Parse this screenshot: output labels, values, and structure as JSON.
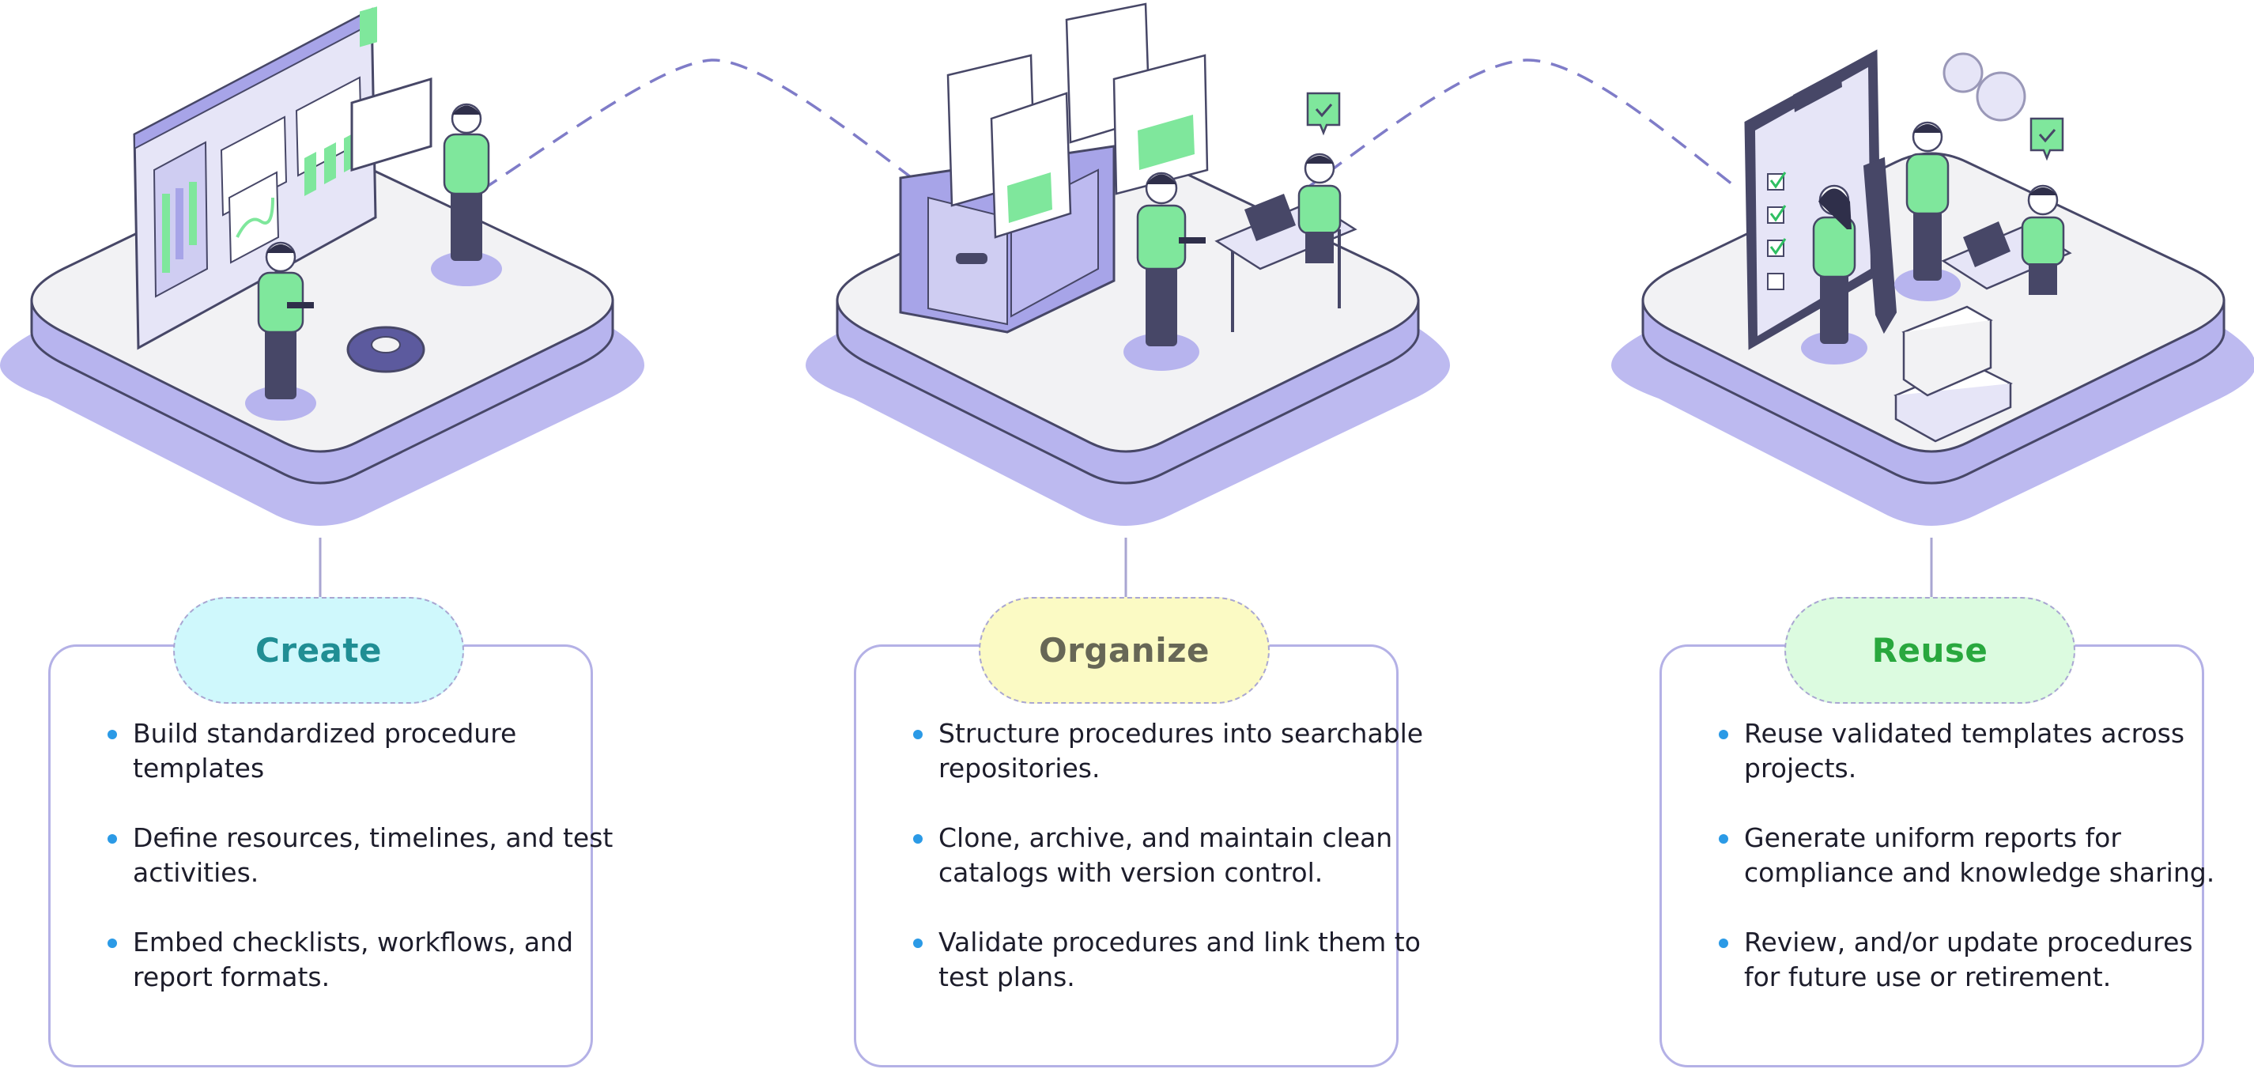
{
  "stages": [
    {
      "title": "Create",
      "points": [
        "Build standardized procedure templates",
        "Define resources, timelines, and test activities.",
        "Embed checklists, workflows, and report formats."
      ]
    },
    {
      "title": "Organize",
      "points": [
        "Structure procedures into searchable repositories.",
        "Clone, archive, and maintain clean catalogs with version control.",
        "Validate procedures and link them to test plans."
      ]
    },
    {
      "title": "Reuse",
      "points": [
        "Reuse validated templates across projects.",
        "Generate uniform reports for compliance and knowledge sharing.",
        "Review, and/or update procedures for future use or retirement."
      ]
    }
  ],
  "colors": {
    "platform_fill": "#f2f2f4",
    "platform_edge": "#b9b6ee",
    "platform_shadow": "#bdbaf0",
    "outline": "#474767",
    "accent_green": "#7fe79c",
    "accent_purple": "#a7a4e8",
    "bullet": "#2b9ae6"
  }
}
